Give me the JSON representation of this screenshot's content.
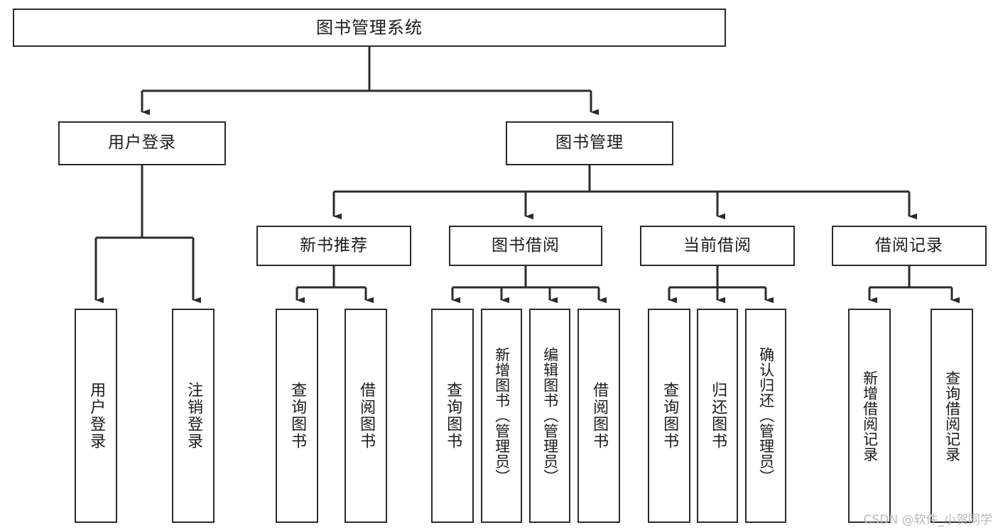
{
  "diagram": {
    "title": "图书管理系统",
    "type": "hierarchy-tree",
    "watermark": "CSDN @软件_小贺同学",
    "colors": {
      "stroke": "#2b2b2b",
      "fill": "#ffffff",
      "text": "#1b1b1b",
      "watermark": "#b9b9b9"
    },
    "levels": {
      "root": "图书管理系统",
      "level2": [
        "用户登录",
        "图书管理"
      ],
      "level3": [
        "新书推荐",
        "图书借阅",
        "当前借阅",
        "借阅记录"
      ],
      "leaves": [
        "用户登录",
        "注销登录",
        "查询图书",
        "借阅图书",
        "查询图书",
        "新增图书（管理员）",
        "编辑图书（管理员）",
        "借阅图书",
        "查询图书",
        "归还图书",
        "确认归还（管理员）",
        "新增借阅记录",
        "查询借阅记录"
      ]
    },
    "nodes": {
      "root": {
        "label": "图书管理系统"
      },
      "user_login": {
        "label": "用户登录"
      },
      "book_manage": {
        "label": "图书管理"
      },
      "new_book_rec": {
        "label": "新书推荐"
      },
      "book_borrow": {
        "label": "图书借阅"
      },
      "current_borrow": {
        "label": "当前借阅"
      },
      "borrow_record": {
        "label": "借阅记录"
      },
      "leaf_user_login": {
        "label": "用户登录"
      },
      "leaf_logout": {
        "label": "注销登录"
      },
      "leaf_query_book_1": {
        "label": "查询图书"
      },
      "leaf_borrow_book_1": {
        "label": "借阅图书"
      },
      "leaf_query_book_2": {
        "label": "查询图书"
      },
      "leaf_add_book": {
        "label": "新增图书（管理员）"
      },
      "leaf_edit_book": {
        "label": "编辑图书（管理员）"
      },
      "leaf_borrow_book_2": {
        "label": "借阅图书"
      },
      "leaf_query_book_3": {
        "label": "查询图书"
      },
      "leaf_return_book": {
        "label": "归还图书"
      },
      "leaf_confirm_return": {
        "label": "确认归还（管理员）"
      },
      "leaf_add_record": {
        "label": "新增借阅记录"
      },
      "leaf_query_record": {
        "label": "查询借阅记录"
      }
    },
    "edges": [
      {
        "from": "root",
        "to": "user_login"
      },
      {
        "from": "root",
        "to": "book_manage"
      },
      {
        "from": "book_manage",
        "to": "new_book_rec"
      },
      {
        "from": "book_manage",
        "to": "book_borrow"
      },
      {
        "from": "book_manage",
        "to": "current_borrow"
      },
      {
        "from": "book_manage",
        "to": "borrow_record"
      },
      {
        "from": "user_login",
        "to": "leaf_user_login"
      },
      {
        "from": "user_login",
        "to": "leaf_logout"
      },
      {
        "from": "new_book_rec",
        "to": "leaf_query_book_1"
      },
      {
        "from": "new_book_rec",
        "to": "leaf_borrow_book_1"
      },
      {
        "from": "book_borrow",
        "to": "leaf_query_book_2"
      },
      {
        "from": "book_borrow",
        "to": "leaf_add_book"
      },
      {
        "from": "book_borrow",
        "to": "leaf_edit_book"
      },
      {
        "from": "book_borrow",
        "to": "leaf_borrow_book_2"
      },
      {
        "from": "current_borrow",
        "to": "leaf_query_book_3"
      },
      {
        "from": "current_borrow",
        "to": "leaf_return_book"
      },
      {
        "from": "current_borrow",
        "to": "leaf_confirm_return"
      },
      {
        "from": "borrow_record",
        "to": "leaf_add_record"
      },
      {
        "from": "borrow_record",
        "to": "leaf_query_record"
      }
    ]
  }
}
